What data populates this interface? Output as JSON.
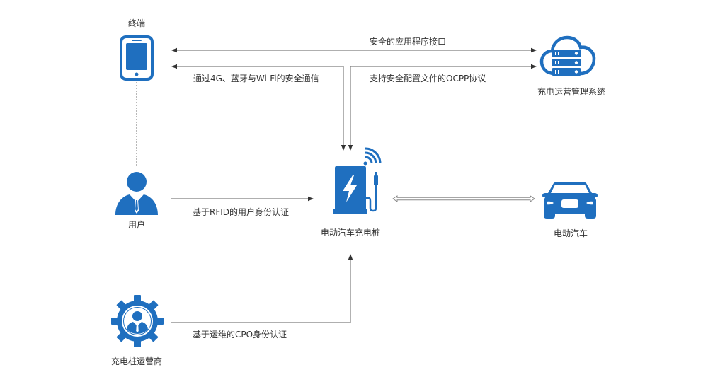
{
  "colors": {
    "icon_blue": "#1f6fbf",
    "line_gray": "#7f7f7f",
    "arrow_dark": "#333333",
    "text": "#333333"
  },
  "nodes": {
    "terminal": {
      "label": "终端",
      "icon": "smartphone-icon"
    },
    "cloud": {
      "label": "充电运营管理系统",
      "icon": "cloud-server-icon"
    },
    "user": {
      "label": "用户",
      "icon": "user-icon"
    },
    "charger": {
      "label": "电动汽车充电桩",
      "icon": "ev-charger-icon"
    },
    "car": {
      "label": "电动汽车",
      "icon": "car-icon"
    },
    "operator": {
      "label": "充电桩运营商",
      "icon": "gear-user-icon"
    }
  },
  "connections": {
    "api": {
      "label": "安全的应用程序接口"
    },
    "comm": {
      "label": "通过4G、蓝牙与Wi-Fi的安全通信"
    },
    "ocpp": {
      "label": "支持安全配置文件的OCPP协议"
    },
    "rfid": {
      "label": "基于RFID的用户身份认证"
    },
    "cpo": {
      "label": "基于运维的CPO身份认证"
    }
  }
}
